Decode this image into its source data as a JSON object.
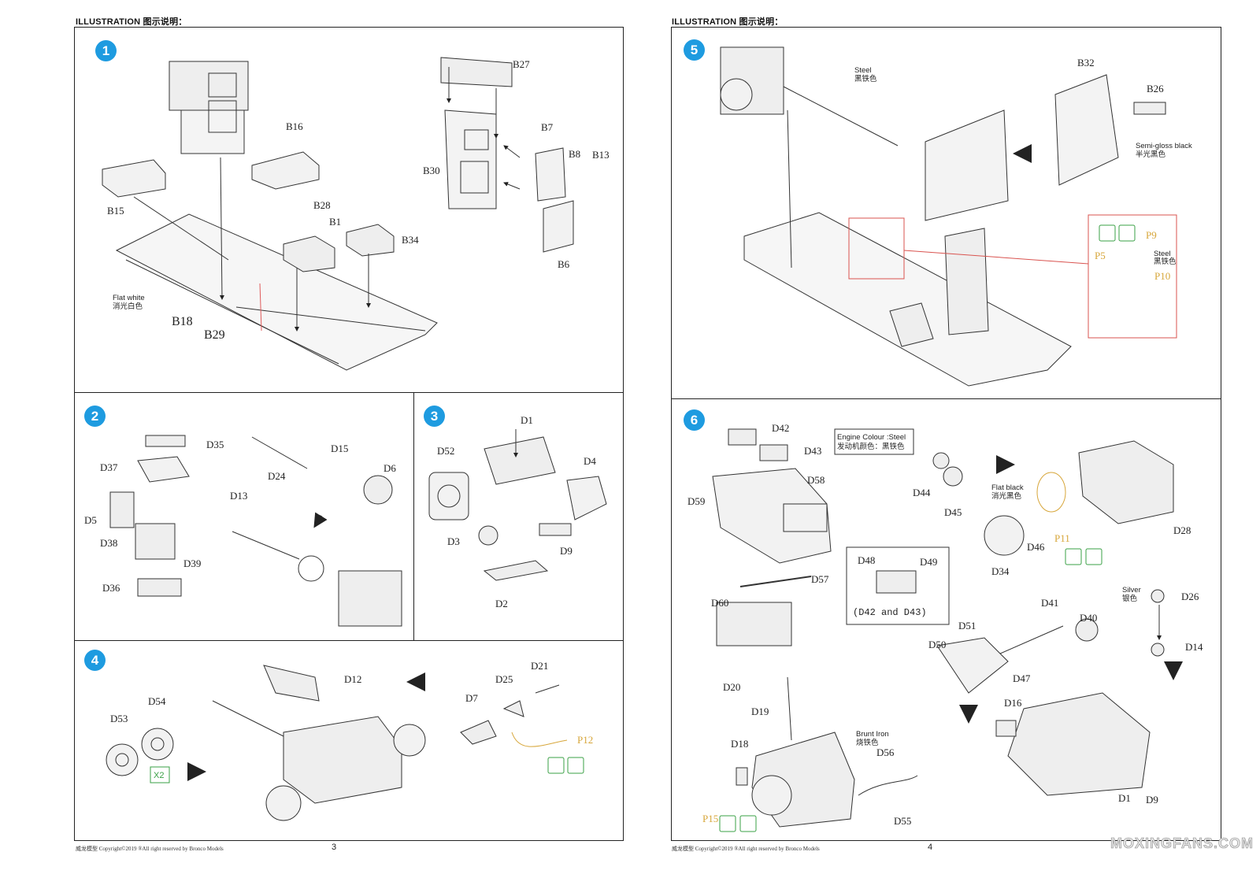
{
  "pages": [
    {
      "title": "ILLUSTRATION 图示说明：",
      "number": "3",
      "copyright": "威龙模型  Copyright©2019  ®All right reserved by Bronco Models"
    },
    {
      "title": "ILLUSTRATION 图示说明：",
      "number": "4",
      "copyright": "威龙模型  Copyright©2019  ®All right reserved by Bronco Models"
    }
  ],
  "steps": [
    {
      "number": "1",
      "labels": [
        "B27",
        "B16",
        "B7",
        "B8",
        "B13",
        "B30",
        "B15",
        "B28",
        "B1",
        "B34",
        "B6",
        "B18",
        "B29"
      ],
      "notes": [
        "Flat white",
        "消光白色"
      ]
    },
    {
      "number": "2",
      "labels": [
        "D35",
        "D37",
        "D15",
        "D13",
        "D24",
        "D6",
        "D5",
        "D38",
        "D39",
        "D36"
      ]
    },
    {
      "number": "3",
      "labels": [
        "D1",
        "D52",
        "D4",
        "D3",
        "D9",
        "D2"
      ]
    },
    {
      "number": "4",
      "labels": [
        "D12",
        "D21",
        "D25",
        "D7",
        "D54",
        "D53",
        "P12"
      ],
      "notes": [
        "X2"
      ]
    },
    {
      "number": "5",
      "labels": [
        "B32",
        "B26",
        "P9",
        "P5",
        "P10"
      ],
      "notes": [
        "Steel",
        "黑铁色",
        "Semi-gloss black",
        "半光黑色",
        "Steel",
        "黑铁色"
      ]
    },
    {
      "number": "6",
      "labels": [
        "D42",
        "D43",
        "D58",
        "D59",
        "D44",
        "D45",
        "D28",
        "D46",
        "P11",
        "D34",
        "D48",
        "D49",
        "D57",
        "D60",
        "D26",
        "D41",
        "D40",
        "D51",
        "D14",
        "D50",
        "D47",
        "D20",
        "D16",
        "D19",
        "D18",
        "D56",
        "P15",
        "D55",
        "D1",
        "D9"
      ],
      "notes": [
        "Engine Colour :Steel",
        "发动机颜色：黑铁色",
        "Flat black",
        "消光黑色",
        "(D42 and D43)",
        "Silver",
        "银色",
        "Brunt Iron",
        "烧铁色"
      ]
    }
  ],
  "colors": {
    "step_badge": "#1e9be0",
    "photo_etch": "#d7a63a",
    "detail_box": "#d9534f",
    "tool_icon": "#3aa045"
  },
  "watermark": "MOXINGFANS.COM"
}
